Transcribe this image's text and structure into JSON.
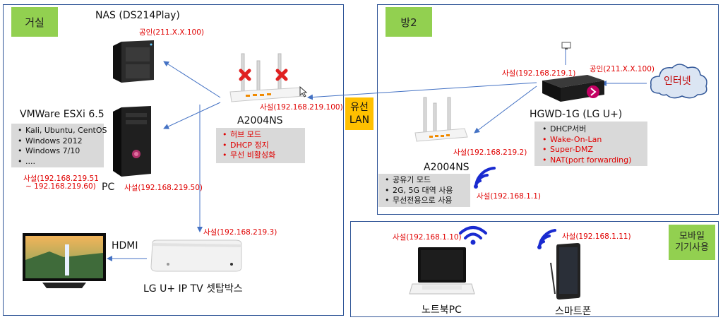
{
  "rooms": {
    "living": "거실",
    "room2": "방2",
    "mobile": "모바일\n기기사용"
  },
  "nas": {
    "title": "NAS (DS214Play)",
    "ip": "공인(211.X.X.100)"
  },
  "esxi": {
    "title": "VMWare ESXi 6.5",
    "items": [
      "Kali, Ubuntu, CentOS",
      "Windows 2012",
      "Windows 7/10",
      "...."
    ],
    "ip_line1": "사설(192.168.219.51",
    "ip_line2": "~ 192.168.219.60)"
  },
  "pc": {
    "label": "PC",
    "ip": "사설(192.168.219.50)"
  },
  "router_hub": {
    "label": "A2004NS",
    "ip": "사설(192.168.219.100)",
    "items": [
      "허브 모드",
      "DHCP 정지",
      "무선 비활성화"
    ]
  },
  "wired_lan": "유선\nLAN",
  "gateway": {
    "label": "HGWD-1G (LG U+)",
    "ip_private": "사설(192.168.219.1)",
    "ip_public": "공인(211.X.X.100)",
    "items": [
      "DHCP서버",
      "Wake-On-Lan",
      "Super-DMZ",
      "NAT(port forwarding)"
    ]
  },
  "internet": "인터넷",
  "router_ap": {
    "label": "A2004NS",
    "ip": "사설(192.168.219.2)",
    "wifi_ip": "사설(192.168.1.1)",
    "items": [
      "공유기 모드",
      "2G, 5G 대역 사용",
      "무선전용으로 사용"
    ]
  },
  "settop": {
    "label": "LG U+ IP TV 셋탑박스",
    "ip": "사설(192.168.219.3)"
  },
  "hdmi": "HDMI",
  "laptop": {
    "label": "노트북PC",
    "ip": "사설(192.168.1.10)"
  },
  "smartphone": {
    "label": "스마트폰",
    "ip": "사설(192.168.1.11)"
  },
  "colors": {
    "link": "#4472c4",
    "room_border": "#2f5597",
    "tag_green": "#92d050",
    "lan_orange": "#ffc000",
    "red_text": "#e00000"
  }
}
